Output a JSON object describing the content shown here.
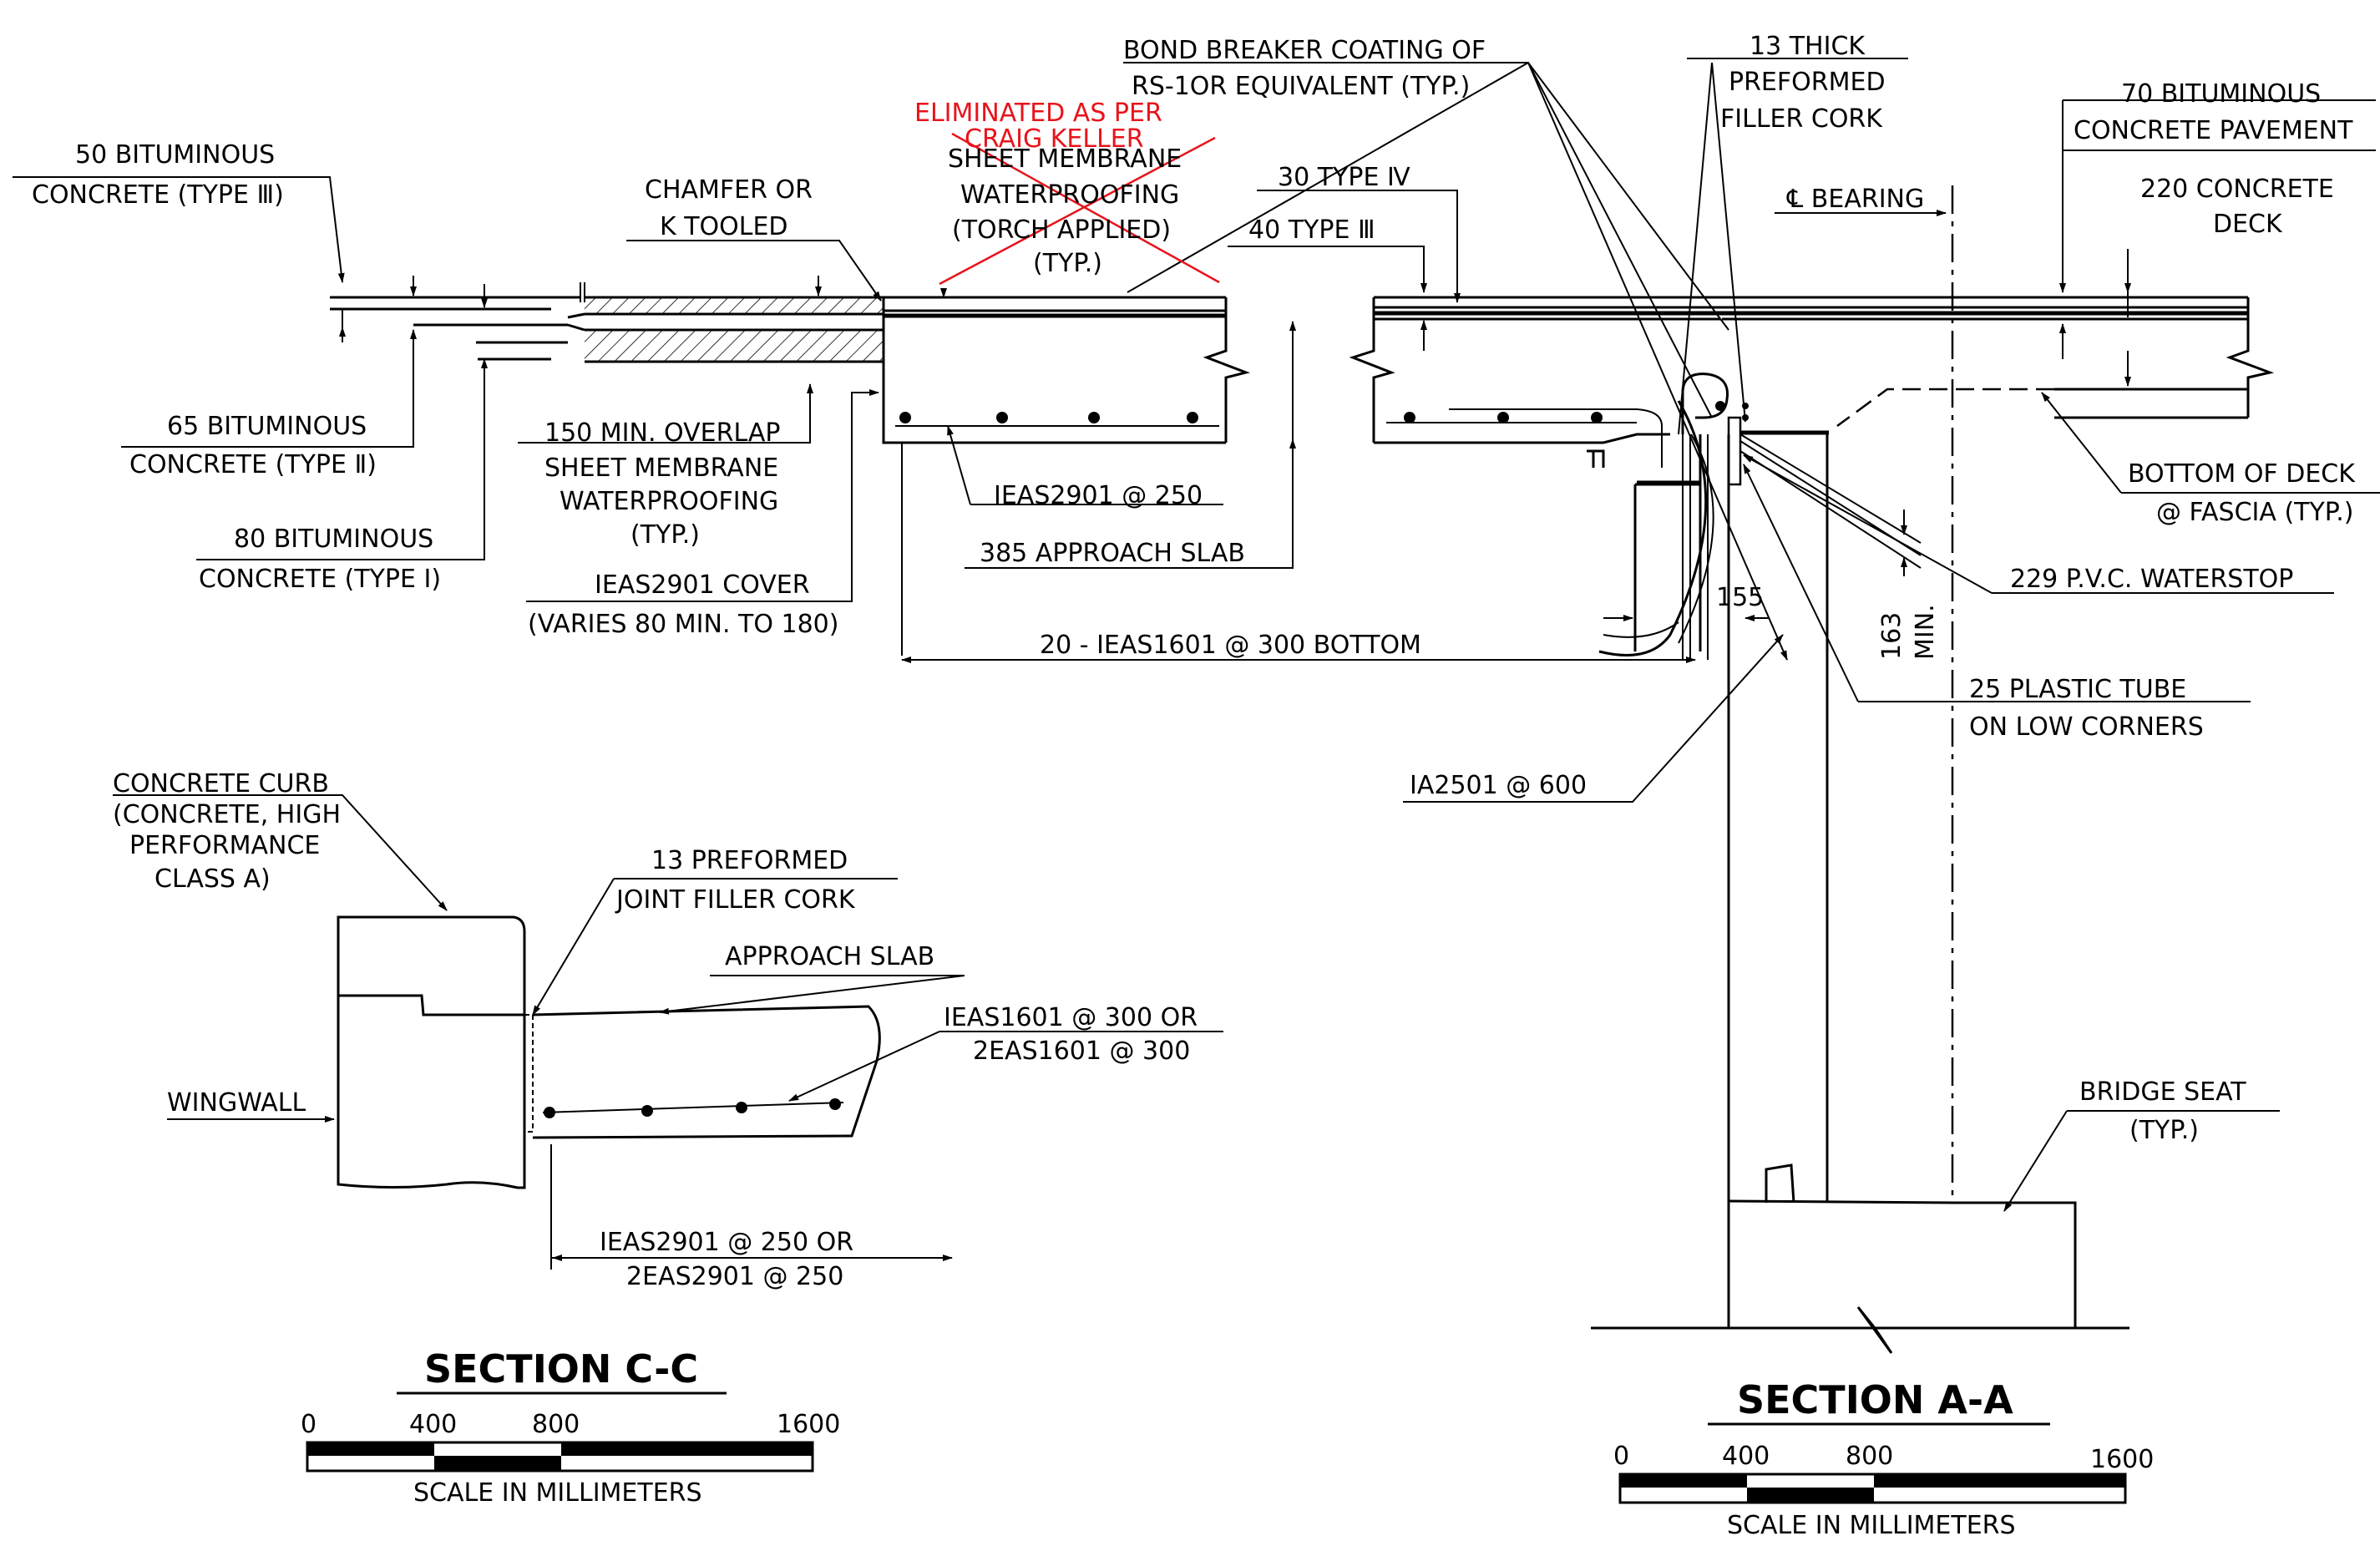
{
  "section_aa": {
    "labels": {
      "bit50_1": "50 BITUMINOUS",
      "bit50_2": "CONCRETE (TYPE Ⅲ)",
      "bit65_1": "65 BITUMINOUS",
      "bit65_2": "CONCRETE (TYPE Ⅱ)",
      "bit80_1": "80 BITUMINOUS",
      "bit80_2": "CONCRETE (TYPE I)",
      "chamfer_1": "CHAMFER OR",
      "chamfer_2": "K TOOLED",
      "overlap_1": "150 MIN. OVERLAP",
      "overlap_2": "SHEET MEMBRANE",
      "overlap_3": "WATERPROOFING",
      "overlap_4": "(TYP.)",
      "cover_1": "IEAS2901 COVER",
      "cover_2": "(VARIES 80 MIN. TO 180)",
      "elim_1": "ELIMINATED AS PER",
      "elim_2": "CRAIG KELLER",
      "membrane_1": "SHEET MEMBRANE",
      "membrane_2": "WATERPROOFING",
      "membrane_3": "(TORCH APPLIED)",
      "membrane_4": "(TYP.)",
      "bond_1": "BOND BREAKER COATING OF",
      "bond_2": "RS-1OR EQUIVALENT (TYP.)",
      "type4": "30 TYPE Ⅳ",
      "type3": "40 TYPE Ⅲ",
      "cork_1": "13 THICK",
      "cork_2": "PREFORMED",
      "cork_3": "FILLER CORK",
      "bearing": "℄ BEARING",
      "pave_1": "70 BITUMINOUS",
      "pave_2": "CONCRETE PAVEMENT",
      "deck_1": "220 CONCRETE",
      "deck_2": "DECK",
      "rebar_top": "IEAS2901 @ 250",
      "approach": "385 APPROACH SLAB",
      "bottom_bars": "20 - IEAS1601 @ 300 BOTTOM",
      "dim155": "155",
      "dim163": "163",
      "min": "MIN.",
      "bottom_deck_1": "BOTTOM OF DECK",
      "bottom_deck_2": "@ FASCIA (TYP.)",
      "waterstop": "229 P.V.C. WATERSTOP",
      "tube_1": "25 PLASTIC TUBE",
      "tube_2": "ON LOW CORNERS",
      "ia2501": "IA2501 @ 600",
      "seat_1": "BRIDGE SEAT",
      "seat_2": "(TYP.)"
    },
    "title": "SECTION A-A",
    "scale": {
      "t0": "0",
      "t1": "400",
      "t2": "800",
      "t3": "1600",
      "caption": "SCALE IN MILLIMETERS"
    }
  },
  "section_cc": {
    "labels": {
      "curb_1": "CONCRETE CURB",
      "curb_2": "(CONCRETE, HIGH",
      "curb_3": "PERFORMANCE",
      "curb_4": "CLASS A)",
      "filler_1": "13 PREFORMED",
      "filler_2": "JOINT FILLER CORK",
      "approach": "APPROACH SLAB",
      "top_bars_1": "IEAS1601 @ 300 OR",
      "top_bars_2": "2EAS1601 @ 300",
      "wingwall": "WINGWALL",
      "bot_bars_1": "IEAS2901 @ 250 OR",
      "bot_bars_2": "2EAS2901 @ 250"
    },
    "title": "SECTION C-C",
    "scale": {
      "t0": "0",
      "t1": "400",
      "t2": "800",
      "t3": "1600",
      "caption": "SCALE IN MILLIMETERS"
    }
  },
  "colors": {
    "ink": "#000000",
    "markup": "#e8131b",
    "paper": "#ffffff"
  }
}
